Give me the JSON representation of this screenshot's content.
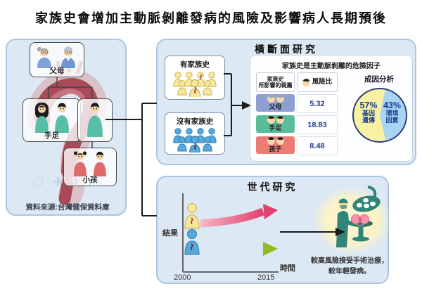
{
  "title": "家族史會增加主動脈剝離發病的風險及影響病人長期預後",
  "family_panel": {
    "parents_label": "父母",
    "siblings_label": "手足",
    "children_label": "小孩",
    "source": "資料來源:台灣健保資料庫"
  },
  "cross_sectional": {
    "title": "橫斷面研究",
    "with_history_label": "有家族史",
    "without_history_label": "沒有家族史",
    "table": {
      "title": "家族史是主動脈剝離的危險因子",
      "relative_col_line1": "家族史",
      "relative_col_line2": "所影響的親屬",
      "risk_col": "風險比",
      "rows": [
        {
          "relative": "父母",
          "risk": "5.32",
          "color": "#8d9fd1"
        },
        {
          "relative": "手足",
          "risk": "18.83",
          "color": "#5abd97"
        },
        {
          "relative": "孩子",
          "risk": "8.48",
          "color": "#ec7d74"
        }
      ]
    },
    "pie": {
      "title": "成因分析",
      "slices": [
        {
          "pct": 57,
          "pct_label": "57%",
          "line1": "基因",
          "line2": "遺傳",
          "color": "#f8f0a2"
        },
        {
          "pct": 43,
          "pct_label": "43%",
          "line1": "環境",
          "line2": "因素",
          "color": "#a9d5f3"
        }
      ]
    }
  },
  "cohort": {
    "title": "世代研究",
    "y_axis_label": "結果",
    "x_axis_label": "時間",
    "x_tick_start": "2000",
    "x_tick_end": "2015",
    "caption_line1": "較高風險接受手術治療，",
    "caption_line2": "較年輕發病。"
  },
  "colors": {
    "panel_bg": "#dce9f5",
    "panel_border": "#abc6e0",
    "with_history_people": "#f6e79c",
    "without_history_people": "#55a9dd",
    "risk_value_text": "#1e3c96",
    "pink_arrow": "#e23f6d",
    "green_arrow": "#94b822",
    "aorta": "#a84a58"
  },
  "chart_data": [
    {
      "type": "table",
      "title": "家族史是主動脈剝離的危險因子",
      "columns": [
        "家族史所影響的親屬",
        "風險比"
      ],
      "rows": [
        [
          "父母",
          5.32
        ],
        [
          "手足",
          18.83
        ],
        [
          "孩子",
          8.48
        ]
      ]
    },
    {
      "type": "pie",
      "title": "成因分析",
      "labels": [
        "基因遺傳",
        "環境因素"
      ],
      "values": [
        57,
        43
      ],
      "unit": "%",
      "colors": [
        "#f8f0a2",
        "#a9d5f3"
      ]
    }
  ]
}
